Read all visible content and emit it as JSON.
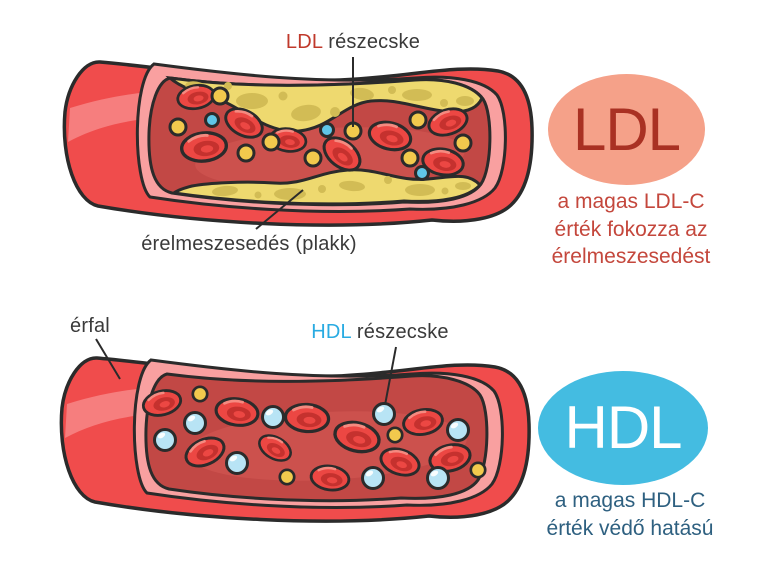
{
  "diagram": {
    "top_vessel": {
      "particle_label": {
        "abbr": "LDL",
        "rest": " részecske"
      },
      "plaque_label": "érelmeszesedés (plakk)"
    },
    "bottom_vessel": {
      "wall_label": "érfal",
      "particle_label": {
        "abbr": "HDL",
        "rest": " részecske"
      }
    }
  },
  "legend": {
    "ldl": {
      "abbr": "LDL",
      "caption_lines": [
        "a magas LDL-C",
        "érték fokozza az",
        "érelmeszesedést"
      ]
    },
    "hdl": {
      "abbr": "HDL",
      "caption_lines": [
        "a magas HDL-C",
        "érték védő hatású"
      ]
    }
  },
  "colors": {
    "vessel_outer_red": "#f04c4c",
    "vessel_rim_pink": "#f9a0a0",
    "vessel_lumen_red": "#c24845",
    "blood_cell_red": "#ec4743",
    "plaque_yellow": "#eed96f",
    "plaque_blob_yellow": "#d2bc55",
    "ldl_particle_yellow": "#f2c94d",
    "hdl_particle_blue": "#b8e4f5",
    "small_blue_particle": "#5fc6e8",
    "outline_dark": "#2b2b2b",
    "ldl_badge_fill": "#f5a189",
    "ldl_badge_text": "#a93123",
    "ldl_caption_text": "#c4473c",
    "hdl_badge_fill": "#44bce1",
    "hdl_badge_text": "#ffffff",
    "ldl_label_accent": "#c0392b",
    "hdl_label_accent": "#29abe2",
    "hdl_caption_text": "#2e6080",
    "label_text": "#3a3a3a"
  }
}
